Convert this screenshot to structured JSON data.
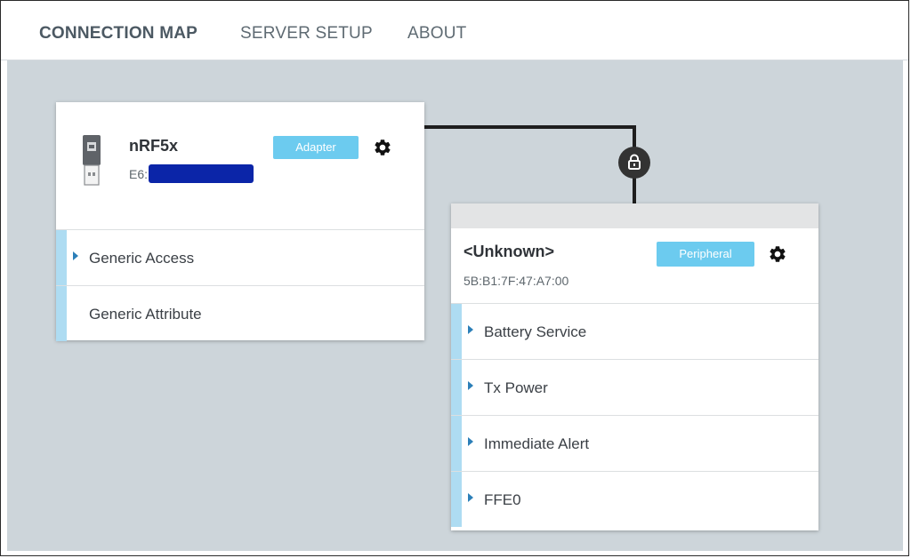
{
  "nav": {
    "tabs": [
      {
        "label": "CONNECTION MAP",
        "active": true
      },
      {
        "label": "SERVER SETUP",
        "active": false
      },
      {
        "label": "ABOUT",
        "active": false
      }
    ]
  },
  "adapter": {
    "icon": "usb-dongle-icon",
    "name": "nRF5x",
    "address_visible": "E6:",
    "address_redacted": true,
    "role_badge": "Adapter",
    "services": [
      {
        "label": "Generic Access",
        "expandable": true
      },
      {
        "label": "Generic Attribute",
        "expandable": false
      }
    ]
  },
  "connection": {
    "icon": "lock-icon"
  },
  "peripheral": {
    "name": "<Unknown>",
    "address": "5B:B1:7F:47:A7:00",
    "role_badge": "Peripheral",
    "services": [
      {
        "label": "Battery Service",
        "expandable": true
      },
      {
        "label": "Tx Power",
        "expandable": true
      },
      {
        "label": "Immediate Alert",
        "expandable": true
      },
      {
        "label": "FFE0",
        "expandable": true
      }
    ]
  },
  "colors": {
    "map_background": "#cdd5da",
    "badge": "#6ccbef",
    "accent_strip": "#aedcf2",
    "caret": "#2c7fb8",
    "redaction": "#0b25a8"
  }
}
